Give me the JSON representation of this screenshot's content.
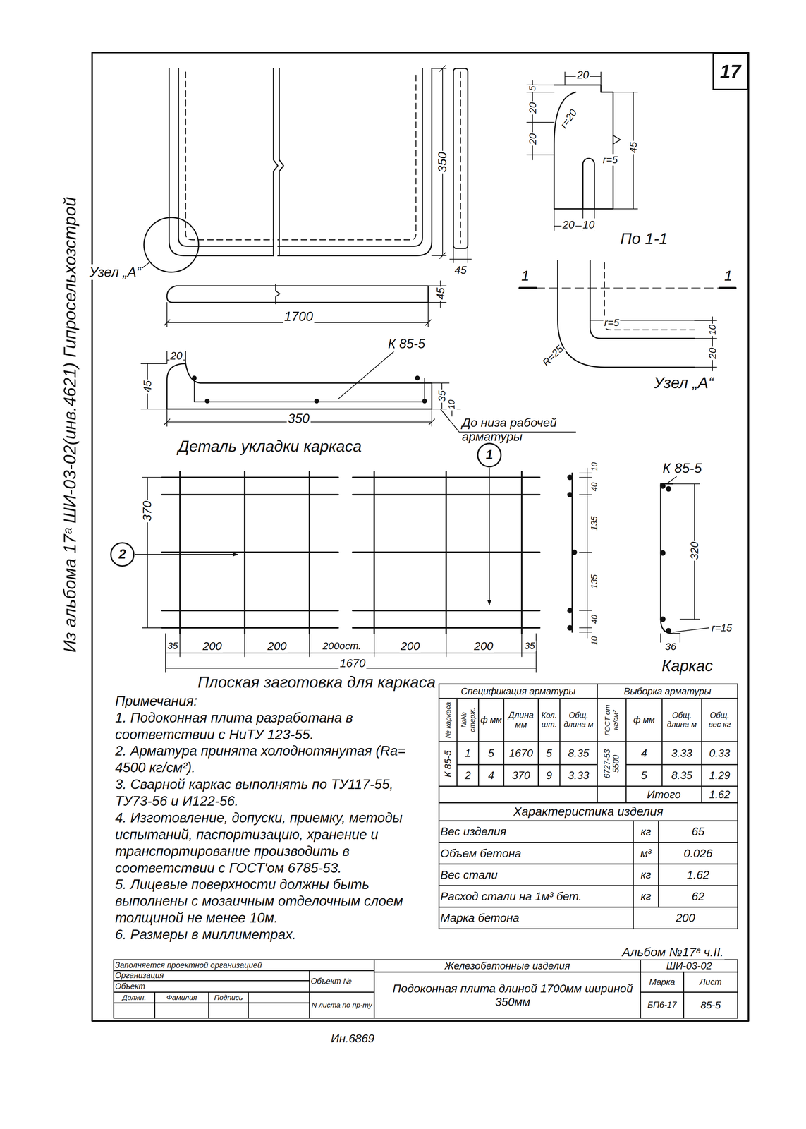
{
  "diagram": {
    "nodes": [
      {
        "text": [
          "17"
        ]
      },
      {
        "text": [
          "1"
        ]
      },
      {
        "text": [
          "2"
        ]
      }
    ],
    "labels": [
      "Из альбома 17ᵃ ШИ-03-02(инв.4621) Гипросельхозстрой",
      "350",
      "45",
      "Узел „А“",
      "45",
      "1700",
      "20",
      "45",
      "К 85-5",
      "35",
      "10",
      "350",
      "До низа рабочей арматуры",
      "Деталь укладки каркаса",
      "20",
      "5",
      "20",
      "20",
      "r=20",
      "r=5",
      "45",
      "20",
      "10",
      "По 1-1",
      "1",
      "1",
      "R=25",
      "r=5",
      "10",
      "20",
      "Узел „А“",
      "К 85-5",
      "10",
      "40",
      "135",
      "135",
      "40",
      "10",
      "320",
      "r=15",
      "36",
      "Каркас",
      "370",
      "35",
      "200",
      "200",
      "200ост.",
      "200",
      "200",
      "35",
      "1670",
      "Плоская заготовка для каркаса",
      "Примечания:",
      "1. Подоконная плита разработана в соответствии с НиТУ 123-55.",
      "2. Арматура принята холоднотянутая (Rа= 4500 кг/см²).",
      "3. Сварной каркас выполнять по ТУ117-55, ТУ73-56 и И122-56.",
      "4. Изготовление, допуски, приемку, методы испытаний, паспортизацию, хранение и транспортирование производить в соответствии с ГОСТ'ом 6785-53.",
      "5. Лицевые поверхности должны быть выполнены с мозаичным отделочным слоем толщиной не менее 10м.",
      "6. Размеры в миллиметрах.",
      "Спецификация арматуры",
      "Выборка арматуры",
      "№ каркаса",
      "№№ стерж.",
      "ф мм",
      "Длина мм",
      "Кол. шт.",
      "Общ. длина м",
      "ГОСТ σт кг/см²",
      "ф мм",
      "Общ. длина м",
      "Общ. вес кг",
      "К 85-5",
      "1",
      "5",
      "1670",
      "5",
      "8.35",
      "6727-53 5500",
      "4",
      "3.33",
      "0.33",
      "2",
      "4",
      "370",
      "9",
      "3.33",
      "5",
      "8.35",
      "1.29",
      "Итого",
      "1.62",
      "Характеристика изделия",
      "Вес изделия",
      "кг",
      "65",
      "Объем бетона",
      "м³",
      "0.026",
      "Вес стали",
      "кг",
      "1.62",
      "Расход стали на 1м³ бет.",
      "кг",
      "62",
      "Марка бетона",
      "200",
      "Альбом №17ᵃ ч.II.",
      "Заполняется проектной организацией",
      "Организация",
      "Объект",
      "Объект №",
      "Должн.",
      "Фамилия",
      "Подпись",
      "N листа по пр-ту",
      "Железобетонные изделия",
      "ШИ-03-02",
      "Подоконная плита длиной 1700мм шириной 350мм",
      "Марка",
      "Лист",
      "БП6-17",
      "85-5",
      "Ин.6869"
    ]
  }
}
